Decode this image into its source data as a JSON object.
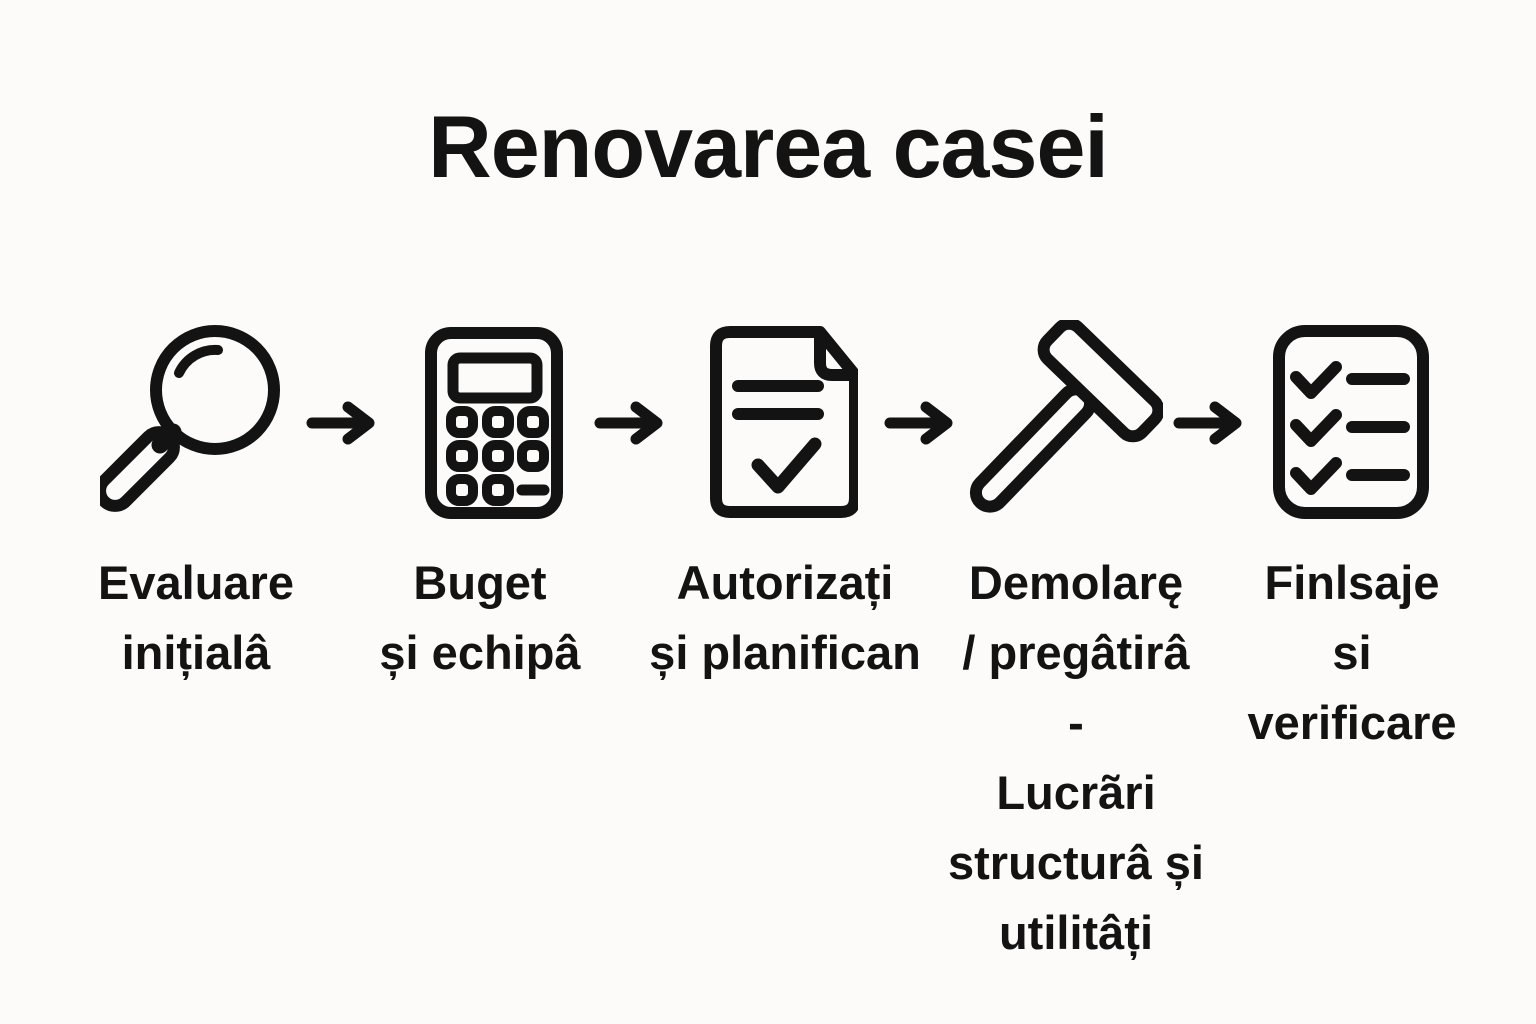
{
  "title": "Renovarea casei",
  "colors": {
    "background": "#FCFBFA",
    "ink": "#131313"
  },
  "arrow_icon": "arrow-right-icon",
  "steps": [
    {
      "icon": "magnifier-icon",
      "lines": [
        "Evaluare",
        "inițialâ"
      ]
    },
    {
      "icon": "calculator-icon",
      "lines": [
        "Buget",
        "și echipâ"
      ]
    },
    {
      "icon": "document-check-icon",
      "lines": [
        "Autorizați",
        "și planifican"
      ]
    },
    {
      "icon": "hammer-icon",
      "lines": [
        "Demolarę",
        "/ pregâtirâ",
        "-",
        "Lucrãri",
        "structurâ și",
        "utilitâți"
      ]
    },
    {
      "icon": "checklist-icon",
      "lines": [
        "Finlsaje",
        "si",
        "verificare"
      ]
    }
  ]
}
